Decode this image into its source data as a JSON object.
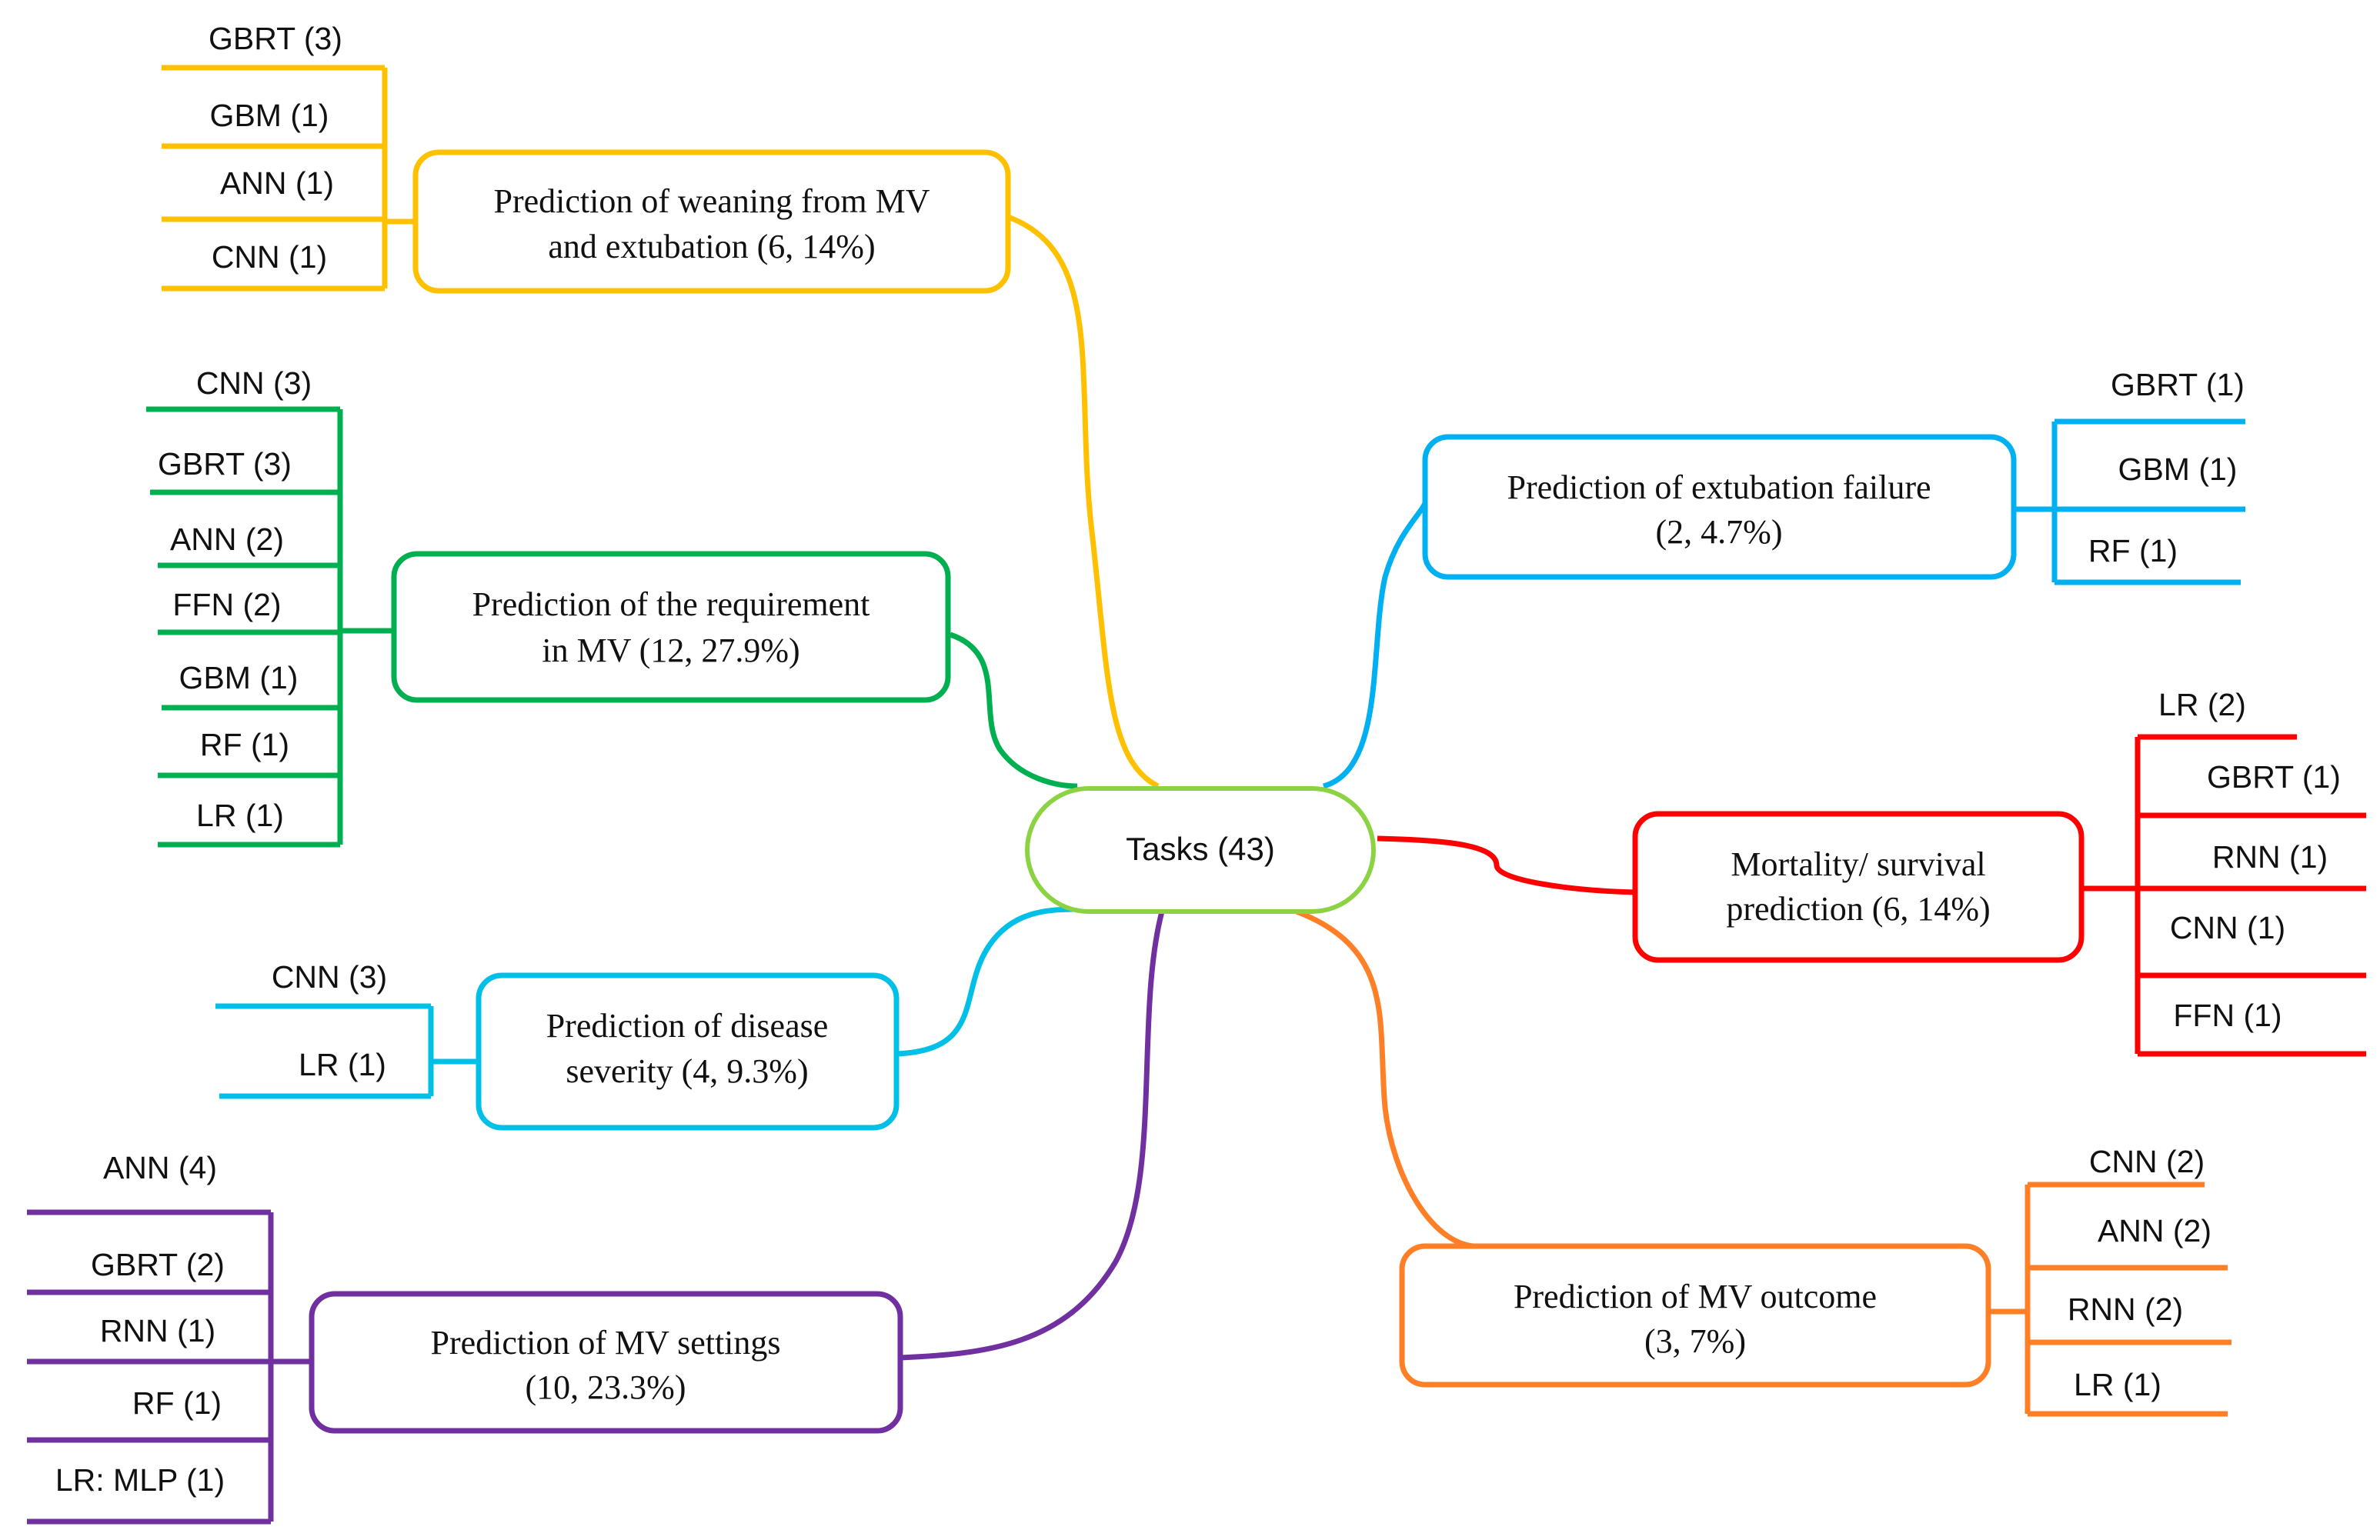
{
  "colors": {
    "center": "#8BD343",
    "weaning": "#FFC000",
    "requirement": "#00B050",
    "severity": "#00C0E8",
    "settings": "#7030A0",
    "extubation_failure": "#00B0F0",
    "mortality": "#FF0000",
    "outcome": "#FF7F27"
  },
  "center": {
    "label": "Tasks (43)"
  },
  "branches": {
    "weaning": {
      "line1": "Prediction of weaning from MV",
      "line2": "and extubation (6, 14%)",
      "leaves": [
        "GBRT (3)",
        "GBM (1)",
        "ANN (1)",
        "CNN (1)"
      ]
    },
    "requirement": {
      "line1": "Prediction of the requirement",
      "line2": "in MV (12, 27.9%)",
      "leaves": [
        "CNN (3)",
        "GBRT (3)",
        "ANN (2)",
        "FFN (2)",
        "GBM (1)",
        "RF (1)",
        "LR (1)"
      ]
    },
    "severity": {
      "line1": "Prediction of disease",
      "line2": "severity (4, 9.3%)",
      "leaves": [
        "CNN (3)",
        "LR (1)"
      ]
    },
    "settings": {
      "line1": "Prediction of MV settings",
      "line2": "(10, 23.3%)",
      "leaves": [
        "ANN (4)",
        "GBRT (2)",
        "RNN (1)",
        "RF (1)",
        "LR: MLP (1)"
      ]
    },
    "extubation_failure": {
      "line1": "Prediction of extubation failure",
      "line2": "(2, 4.7%)",
      "leaves": [
        "GBRT (1)",
        "GBM (1)",
        "RF (1)"
      ]
    },
    "mortality": {
      "line1": "Mortality/ survival",
      "line2": "prediction (6, 14%)",
      "leaves": [
        "LR (2)",
        "GBRT (1)",
        "RNN (1)",
        "CNN (1)",
        "FFN (1)"
      ]
    },
    "outcome": {
      "line1": "Prediction of MV outcome",
      "line2": "(3, 7%)",
      "leaves": [
        "CNN (2)",
        "ANN (2)",
        "RNN (2)",
        "LR (1)"
      ]
    }
  }
}
